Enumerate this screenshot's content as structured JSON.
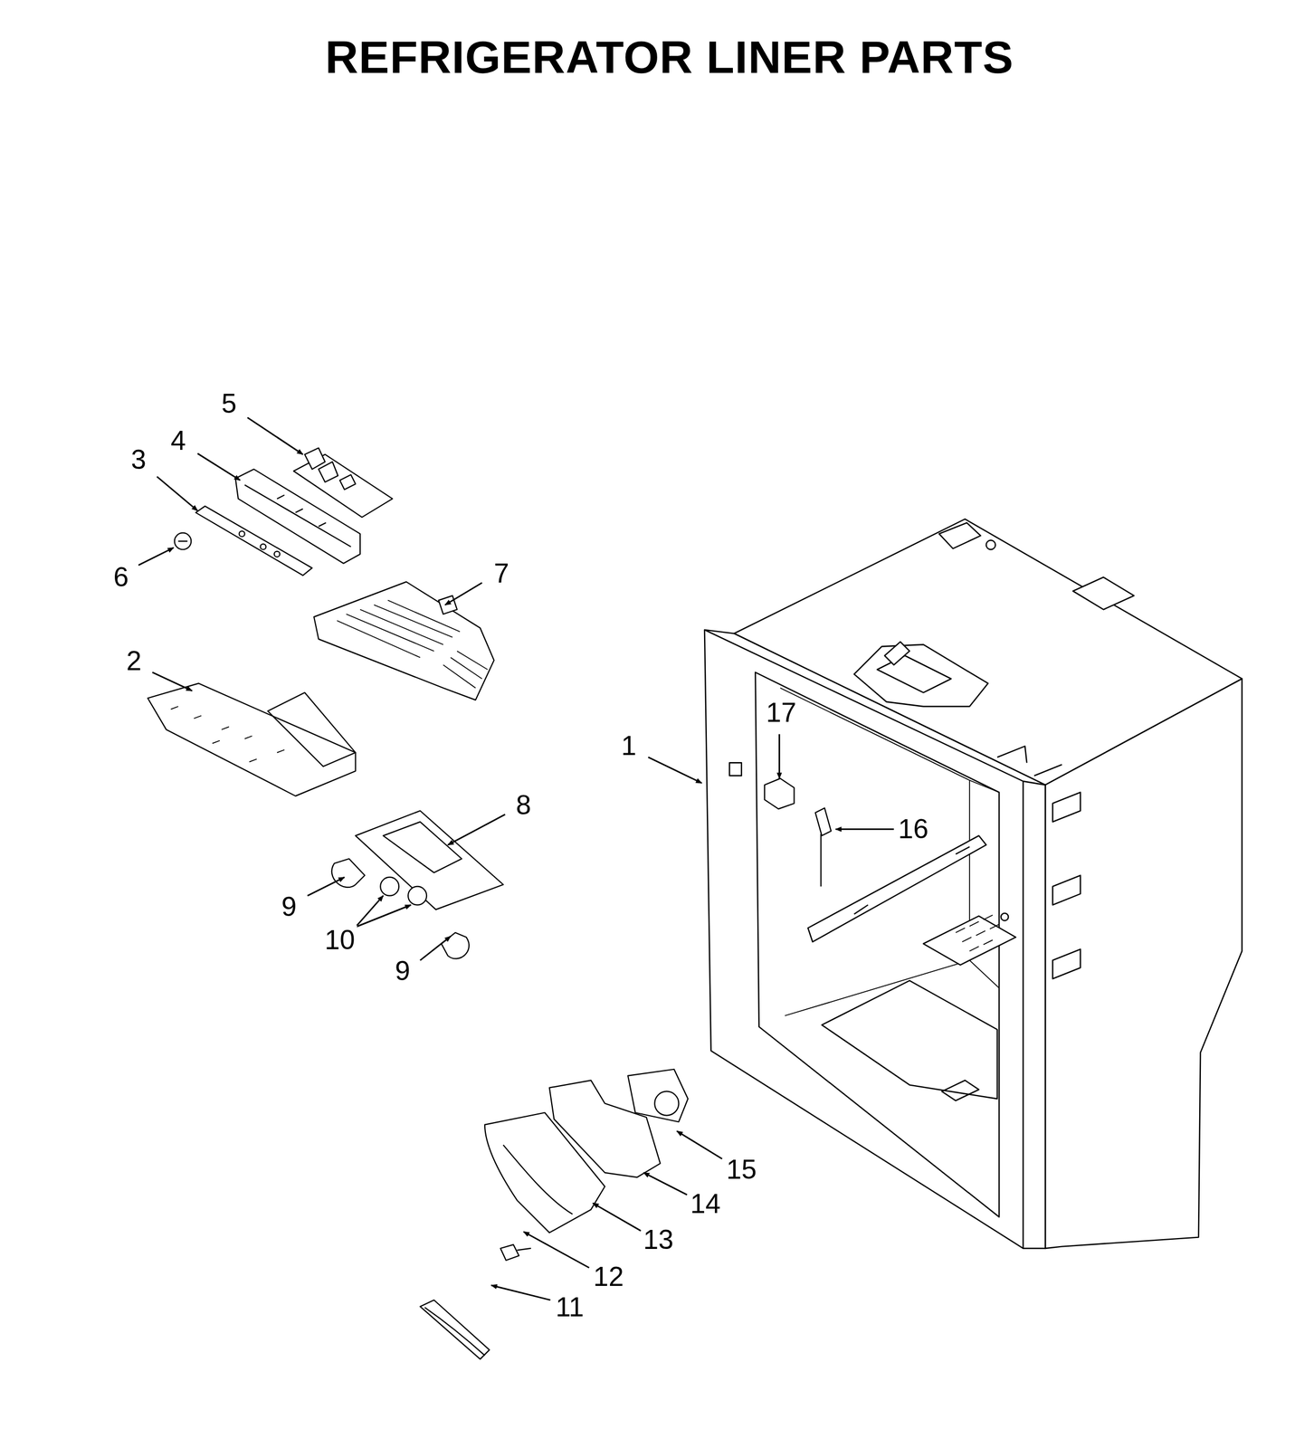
{
  "diagram": {
    "title": "REFRIGERATOR LINER PARTS",
    "labels": [
      "5",
      "4",
      "3",
      "6",
      "7",
      "2",
      "8",
      "1",
      "17",
      "16",
      "9",
      "10",
      "9",
      "15",
      "14",
      "13",
      "12",
      "11"
    ]
  }
}
